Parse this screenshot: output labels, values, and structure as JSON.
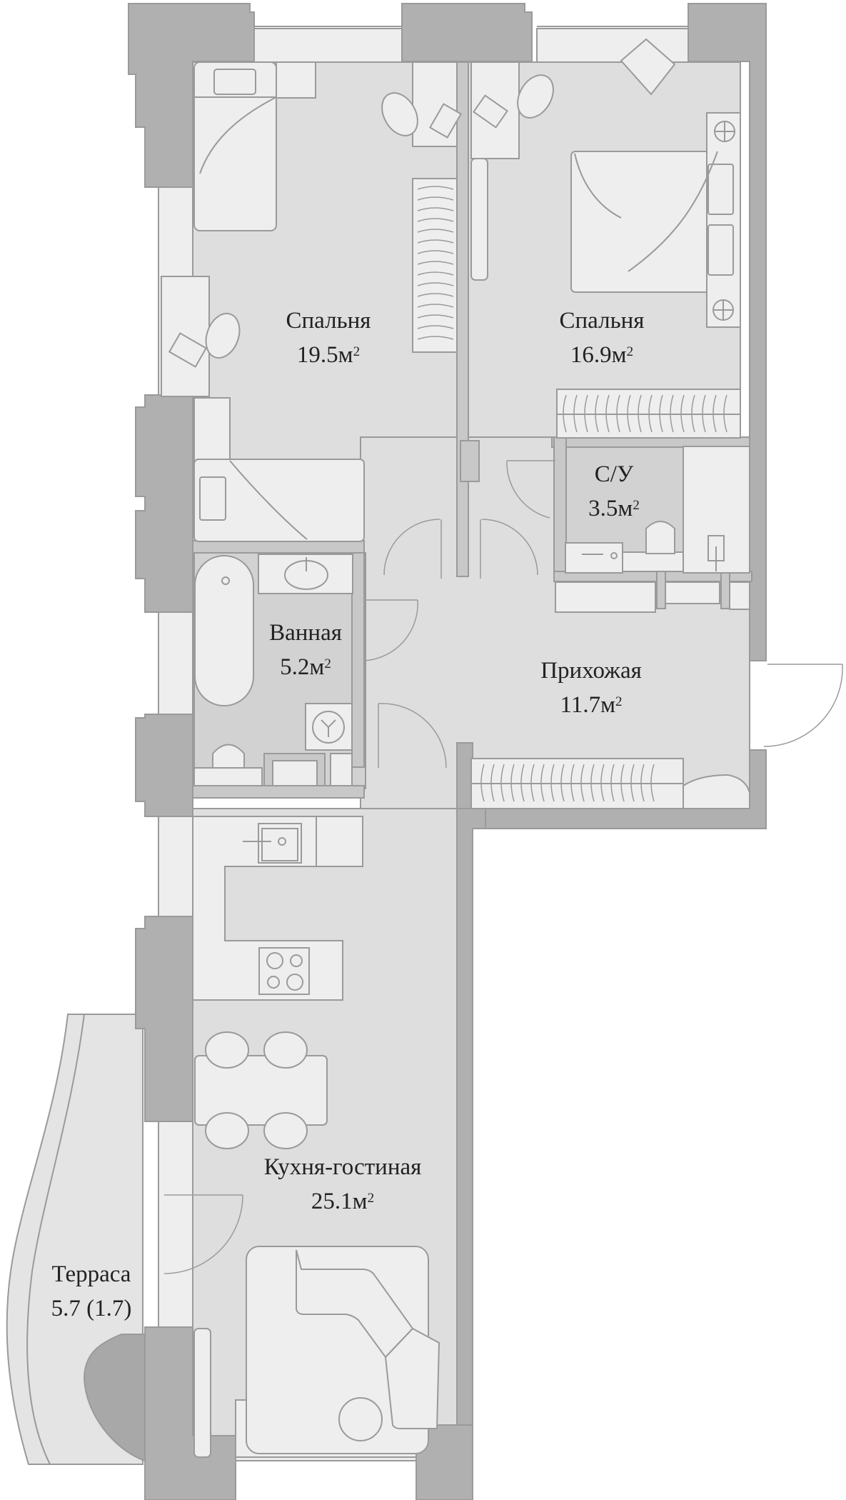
{
  "plan": {
    "colors": {
      "wall": "#b0b0b0",
      "inner_wall": "#c8c8c8",
      "floor": "#dedede",
      "wet_floor": "#d2d2d2",
      "furniture": "#eeeeee",
      "line": "#9a9a9a",
      "text": "#222222"
    },
    "unit_suffix": "м",
    "unit_sup": "2",
    "rooms": [
      {
        "name": "Спальня",
        "area": "19.5"
      },
      {
        "name": "Спальня",
        "area": "16.9"
      },
      {
        "name": "С/У",
        "area": "3.5"
      },
      {
        "name": "Ванная",
        "area": "5.2"
      },
      {
        "name": "Прихожая",
        "area": "11.7"
      },
      {
        "name": "Кухня-гостиная",
        "area": "25.1"
      },
      {
        "name": "Терраса",
        "area": "5.7 (1.7)"
      }
    ]
  }
}
